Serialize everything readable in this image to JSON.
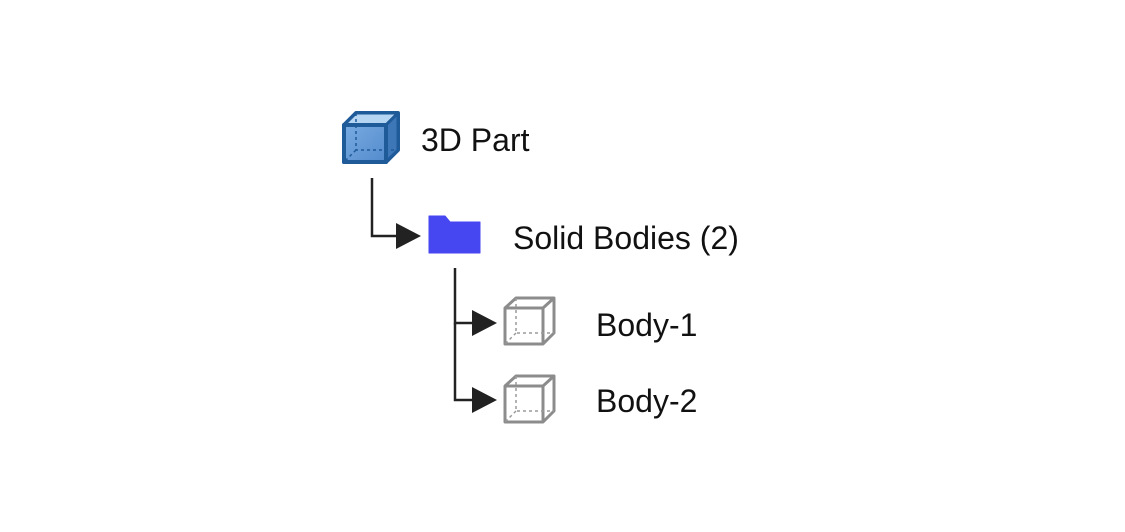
{
  "tree": {
    "root": {
      "label": "3D Part",
      "icon": "part-cube-icon",
      "color": "#4a7fc1"
    },
    "folder": {
      "label": "Solid Bodies (2)",
      "icon": "folder-icon",
      "color": "#4647f0"
    },
    "children": [
      {
        "label": "Body-1",
        "icon": "body-cube-icon",
        "color": "#8c8c8c"
      },
      {
        "label": "Body-2",
        "icon": "body-cube-icon",
        "color": "#8c8c8c"
      }
    ]
  },
  "colors": {
    "connector": "#222222"
  }
}
